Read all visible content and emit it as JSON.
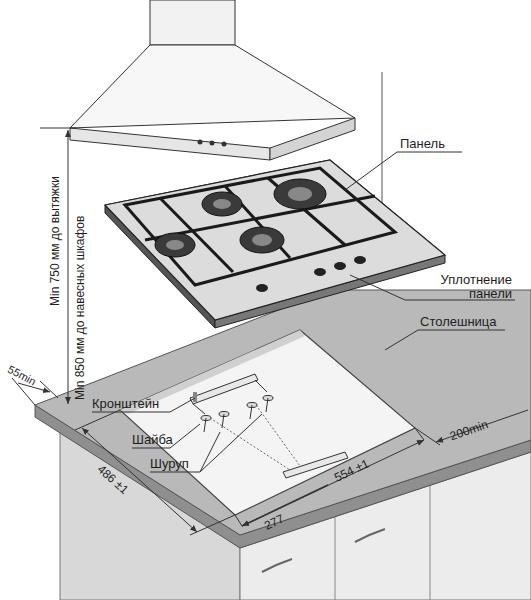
{
  "diagram": {
    "labels": [
      "Min 750 мм до вытяжки",
      "Min 850 мм до навесных шкафов",
      "Панель",
      "Уплотнение панели",
      "Кронштейн",
      "Столешница",
      "55min",
      "Шайба",
      "Шуруп",
      "486 ±1",
      "277",
      "554 ±1",
      "200min"
    ]
  }
}
